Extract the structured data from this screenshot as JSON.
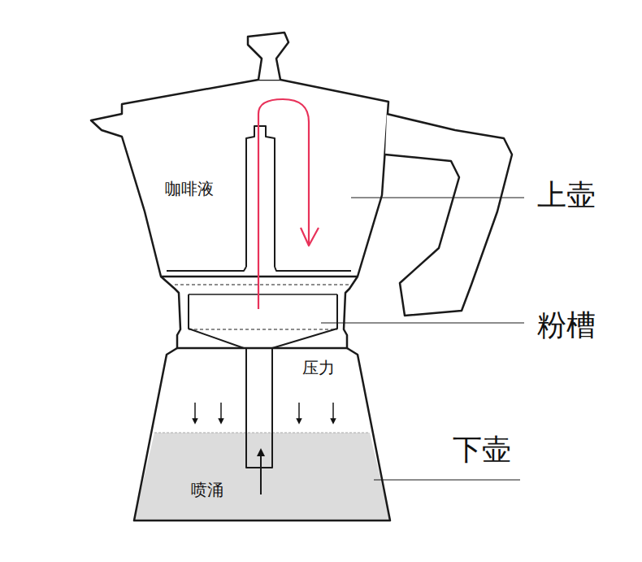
{
  "diagram": {
    "labels": [
      "咖啡液",
      "上壶",
      "粉槽",
      "压力",
      "下壶",
      "喷涌"
    ]
  }
}
